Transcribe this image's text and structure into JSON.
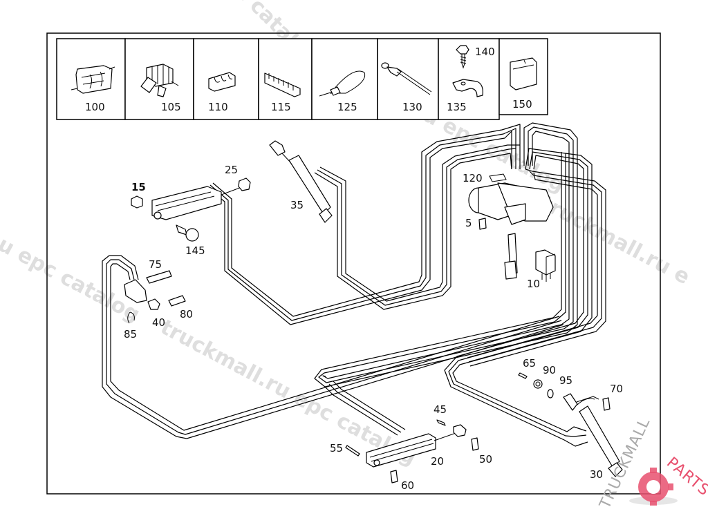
{
  "diagram": {
    "title": "",
    "colors": {
      "line": "#000000",
      "background": "#ffffff",
      "watermark": "#d9d9d9",
      "logo_accent": "#e8506e",
      "logo_text_gray": "#aaaaaa"
    },
    "legend_cells": [
      {
        "part": "100",
        "icon": "clip-100-icon"
      },
      {
        "part": "105",
        "icon": "clip-105-icon"
      },
      {
        "part": "110",
        "icon": "holder-110-icon"
      },
      {
        "part": "115",
        "icon": "holder-115-icon"
      },
      {
        "part": "125",
        "icon": "cable-tie-125-icon"
      },
      {
        "part": "130",
        "icon": "cable-tie-130-icon"
      },
      {
        "part": "135",
        "icon": "pipe-clamp-135-icon",
        "extra_part": "140",
        "extra_icon": "screw-140-icon"
      },
      {
        "part": "150",
        "icon": "clip-150-icon"
      }
    ],
    "callouts": [
      {
        "id": "5"
      },
      {
        "id": "10"
      },
      {
        "id": "15"
      },
      {
        "id": "20"
      },
      {
        "id": "25"
      },
      {
        "id": "30"
      },
      {
        "id": "35"
      },
      {
        "id": "40"
      },
      {
        "id": "45"
      },
      {
        "id": "50"
      },
      {
        "id": "55"
      },
      {
        "id": "60"
      },
      {
        "id": "65"
      },
      {
        "id": "70"
      },
      {
        "id": "75"
      },
      {
        "id": "80"
      },
      {
        "id": "85"
      },
      {
        "id": "90"
      },
      {
        "id": "95"
      },
      {
        "id": "120"
      },
      {
        "id": "145"
      }
    ],
    "watermarks": [
      "truckmall.ru epc catalog",
      "truckmall.ru epc catalog",
      "u epc catalog",
      "truckmall.ru e",
      "c catalog"
    ],
    "logo": {
      "text_left": "TRUCKMALL",
      "text_right": "PARTS"
    }
  }
}
